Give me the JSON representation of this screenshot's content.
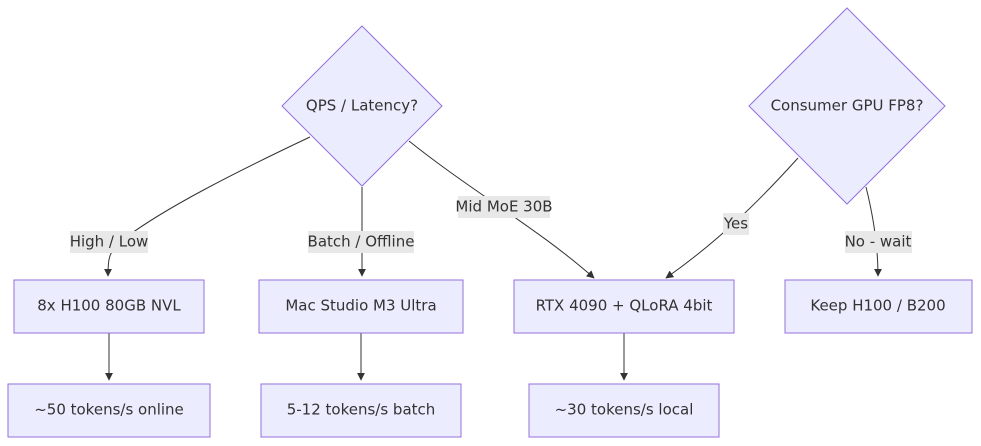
{
  "diagram": {
    "decisions": {
      "qps_latency": "QPS / Latency?",
      "consumer_gpu": "Consumer GPU FP8?"
    },
    "nodes": {
      "h100_nvl": "8x H100 80GB NVL",
      "mac_studio": "Mac Studio M3 Ultra",
      "rtx4090": "RTX 4090 + QLoRA 4bit",
      "keep_h100": "Keep H100 / B200",
      "online_50": "~50 tokens/s online",
      "batch_5_12": "5-12 tokens/s batch",
      "local_30": "~30 tokens/s local"
    },
    "edge_labels": {
      "high_low": "High / Low",
      "batch_offline": "Batch / Offline",
      "mid_moe": "Mid MoE 30B",
      "yes": "Yes",
      "no_wait": "No - wait"
    },
    "colors": {
      "node_fill": "#ECECFF",
      "node_stroke": "#9370DB",
      "edge_stroke": "#333333",
      "label_bg": "#E8E8E8",
      "text": "#333333"
    }
  }
}
